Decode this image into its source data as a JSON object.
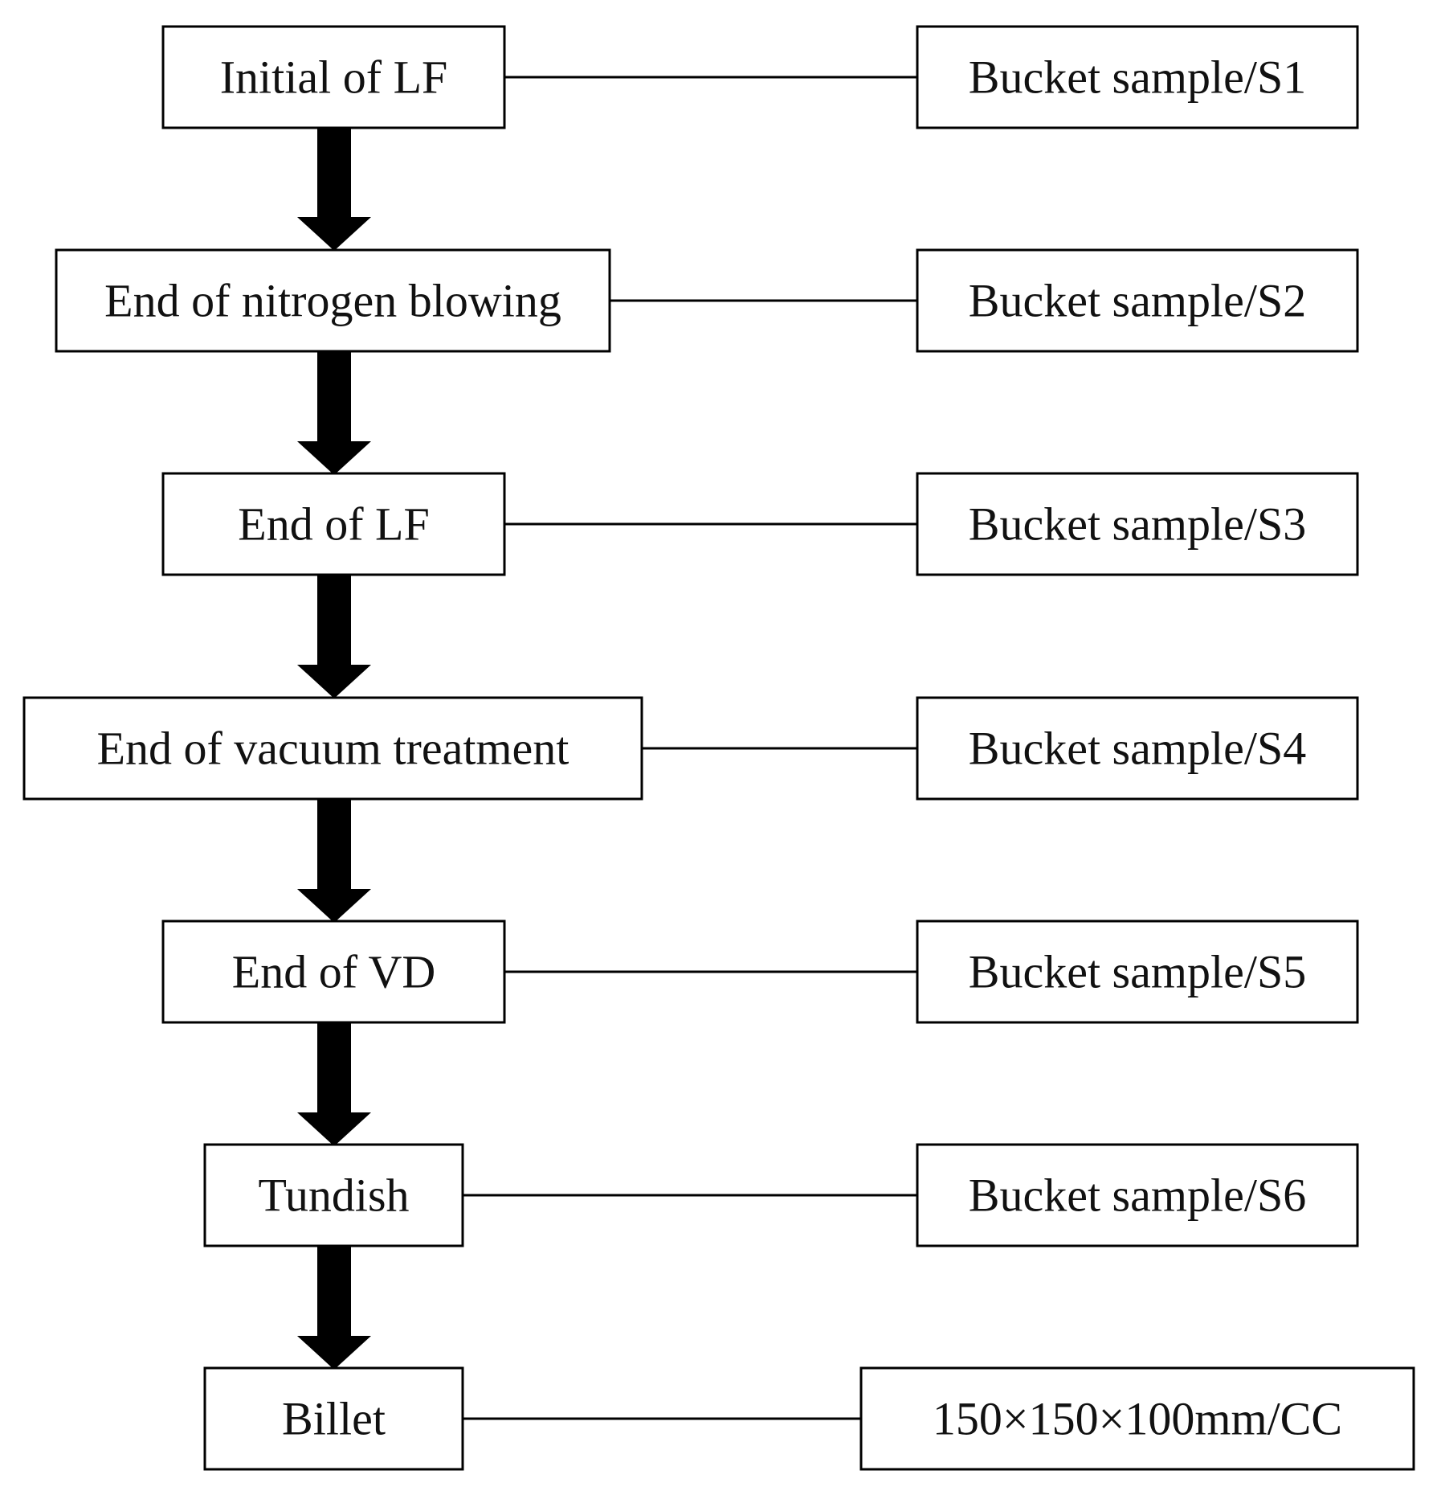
{
  "flow": {
    "stages": [
      {
        "label": "Initial of LF",
        "sample": "Bucket sample/S1"
      },
      {
        "label": "End of nitrogen blowing",
        "sample": "Bucket sample/S2"
      },
      {
        "label": "End of LF",
        "sample": "Bucket sample/S3"
      },
      {
        "label": "End of vacuum treatment",
        "sample": "Bucket sample/S4"
      },
      {
        "label": "End of VD",
        "sample": "Bucket sample/S5"
      },
      {
        "label": "Tundish",
        "sample": "Bucket sample/S6"
      },
      {
        "label": "Billet",
        "sample": "150×150×100mm/CC"
      }
    ]
  }
}
